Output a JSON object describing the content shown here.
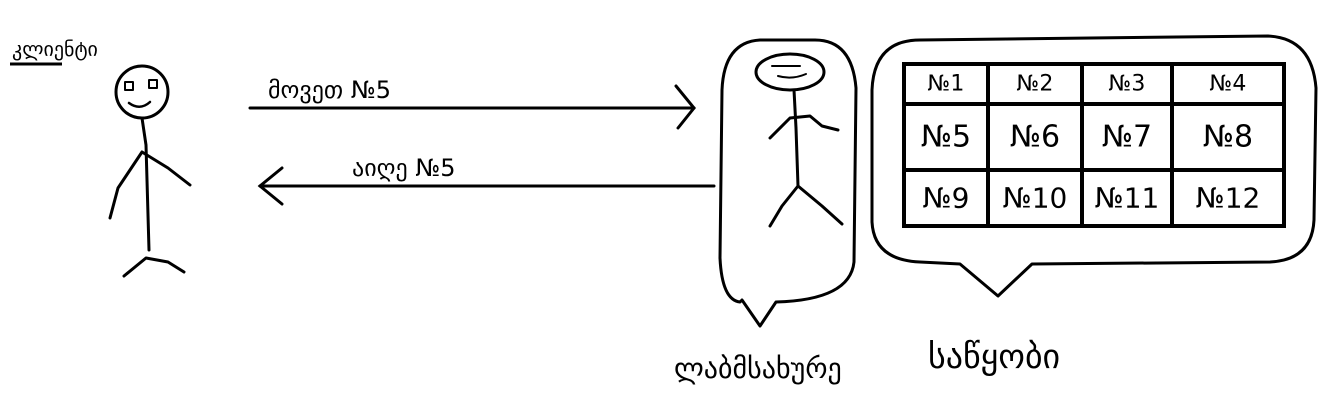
{
  "client": {
    "label": "კლიენტი"
  },
  "request_arrow": {
    "label": "მოვეთ №5"
  },
  "response_arrow": {
    "label": "აიღე №5"
  },
  "server": {
    "label": "ლაბმსახურე"
  },
  "storage": {
    "label": "საწყობი",
    "cells": [
      [
        "№1",
        "№2",
        "№3",
        "№4"
      ],
      [
        "№5",
        "№6",
        "№7",
        "№8"
      ],
      [
        "№9",
        "№10",
        "№11",
        "№12"
      ]
    ]
  },
  "colors": {
    "ink": "#000000",
    "background": "#ffffff"
  }
}
